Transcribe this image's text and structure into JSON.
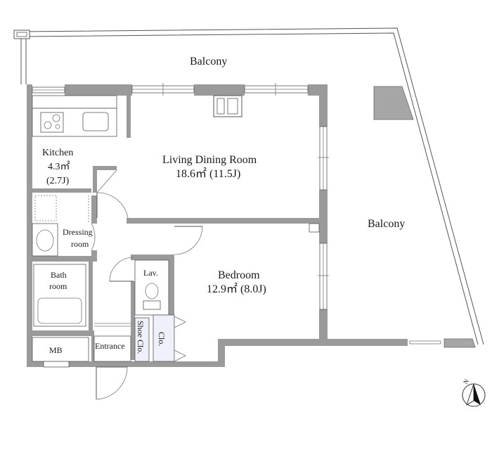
{
  "rooms": {
    "balcony_top": "Balcony",
    "balcony_right": "Balcony",
    "kitchen": {
      "name": "Kitchen",
      "area": "4.3㎡",
      "jo": "(2.7J)"
    },
    "ldk": {
      "name": "Living Dining Room",
      "area": "18.6㎡ (11.5J)"
    },
    "dressing": {
      "line1": "Dressing",
      "line2": "room"
    },
    "bath": {
      "line1": "Bath",
      "line2": "room"
    },
    "lav": "Lav.",
    "bedroom": {
      "name": "Bedroom",
      "area": "12.9㎡ (8.0J)"
    },
    "mb": "MB",
    "entrance": "Entrance",
    "shoe_closet": "Shoe Clo.",
    "closet": "Clo."
  },
  "compass": {
    "label": "N"
  },
  "colors": {
    "wall": "#9a9a9a",
    "closet_fill": "#eef1fa",
    "dark_block": "#a6a6a6"
  }
}
